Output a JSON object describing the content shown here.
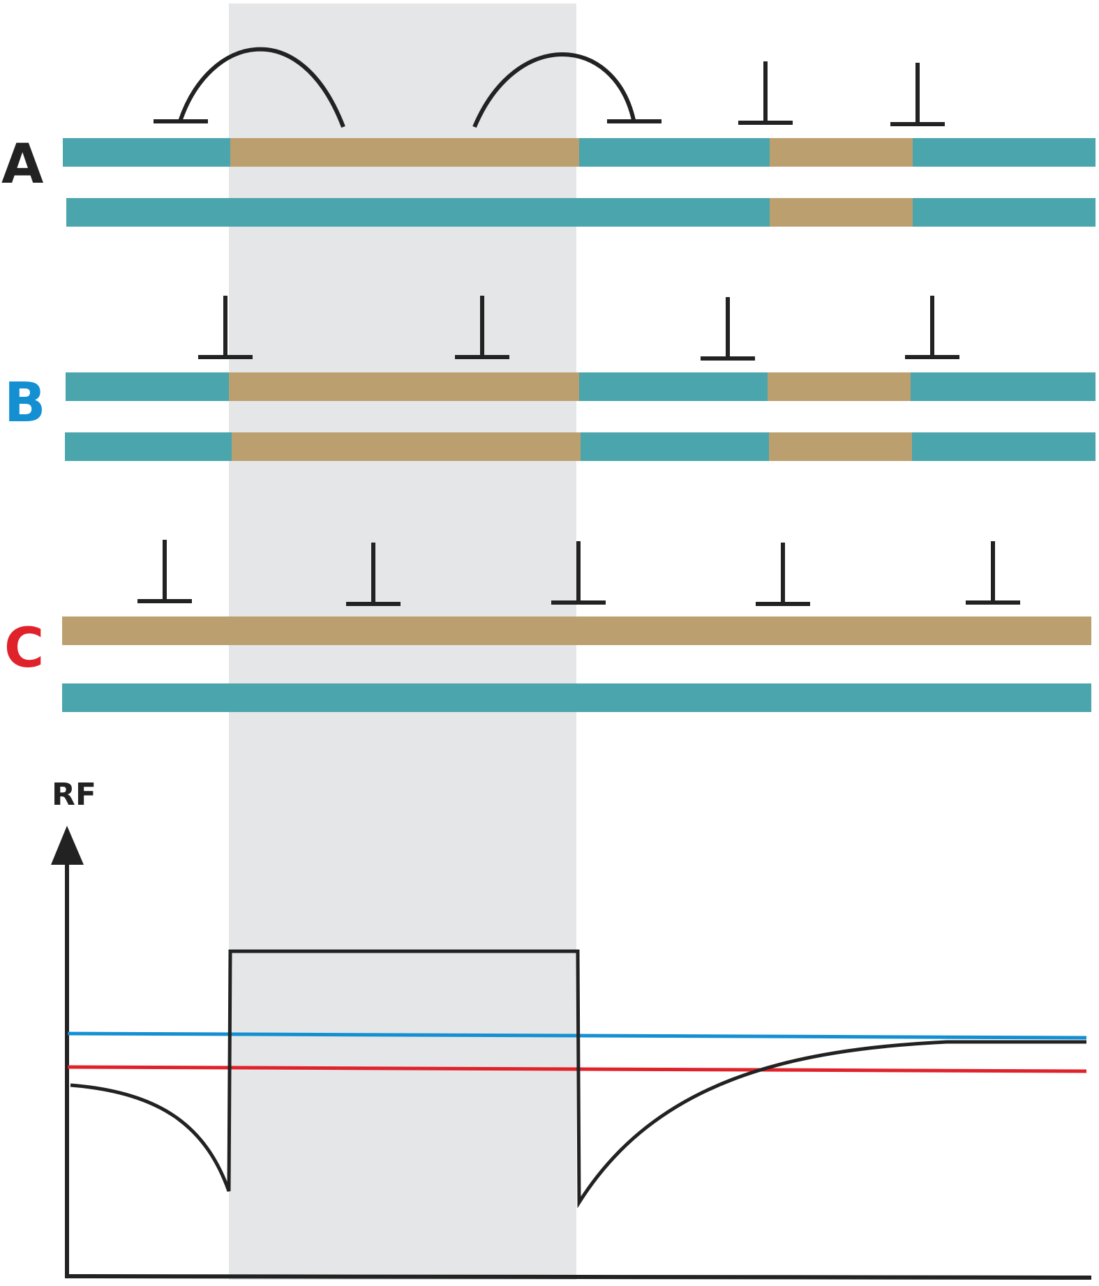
{
  "colors": {
    "teal": "#4aa5ad",
    "tan": "#bc9f6f",
    "shade": "#e5e6e8",
    "ink": "#222222",
    "blue": "#138fd2",
    "red": "#e0222a"
  },
  "panels": [
    {
      "label": "A",
      "label_color": "#222222"
    },
    {
      "label": "B",
      "label_color": "#138fd2"
    },
    {
      "label": "C",
      "label_color": "#e0222a"
    }
  ],
  "graph": {
    "y_axis_label": "RF",
    "curves": [
      {
        "label": "black",
        "color": "#222222"
      },
      {
        "label": "blue",
        "color": "#138fd2"
      },
      {
        "label": "red",
        "color": "#e0222a"
      }
    ]
  }
}
